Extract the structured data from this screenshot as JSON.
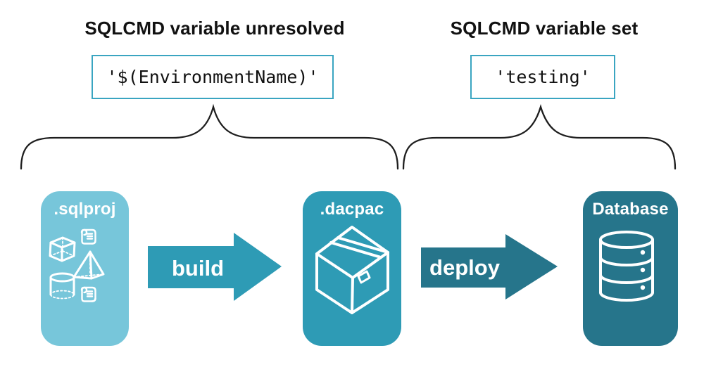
{
  "groups": {
    "unresolved": {
      "heading": "SQLCMD variable unresolved",
      "code": "'$(EnvironmentName)'"
    },
    "set": {
      "heading": "SQLCMD variable set",
      "code": "'testing'"
    }
  },
  "pipeline": {
    "nodes": [
      {
        "id": "sqlproj",
        "label": ".sqlproj",
        "color": "#77C6DA",
        "icon": "sql-objects-icon"
      },
      {
        "id": "dacpac",
        "label": ".dacpac",
        "color": "#2E9BB5",
        "icon": "package-icon"
      },
      {
        "id": "database",
        "label": "Database",
        "color": "#26758B",
        "icon": "database-icon"
      }
    ],
    "arrows": [
      {
        "label": "build",
        "color": "#2E9BB5"
      },
      {
        "label": "deploy",
        "color": "#26758B"
      }
    ]
  },
  "colors": {
    "background": "#ffffff",
    "code_box_border": "#3AA5C1",
    "brace_stroke": "#1e1e1e",
    "heading_text": "#111111",
    "icon_stroke": "#ffffff"
  }
}
